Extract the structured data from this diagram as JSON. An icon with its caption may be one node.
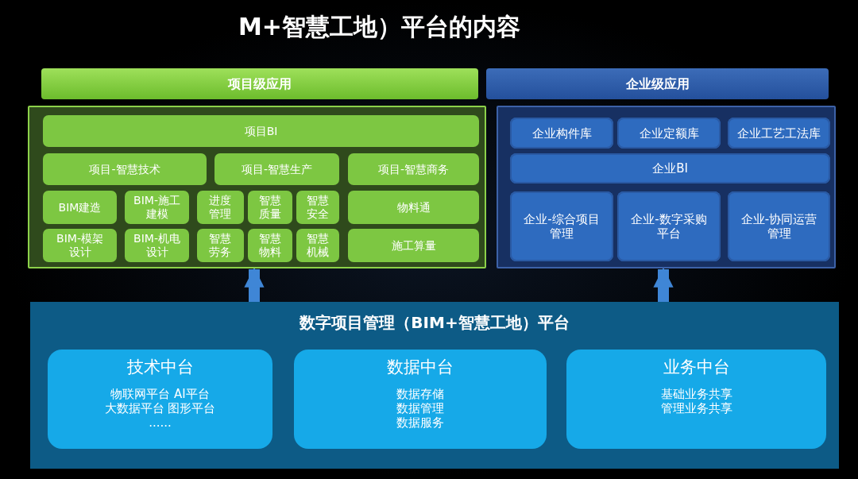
{
  "diagram": {
    "title": "M+智慧工地）平台的内容",
    "nodes": [
      {
        "text": [
          "项目级应用"
        ]
      },
      {
        "text": [],
        "shape": "box"
      },
      {
        "text": [
          "项目BI"
        ],
        "in": 1
      },
      {
        "text": [
          "项目-智慧技术"
        ],
        "in": 1
      },
      {
        "text": [
          "项目-智慧生产"
        ],
        "in": 1
      },
      {
        "text": [
          "项目-智慧商务"
        ],
        "in": 1
      },
      {
        "text": [
          "BIM建造"
        ],
        "in": 1
      },
      {
        "text": [
          "BIM-施工建模"
        ],
        "in": 1
      },
      {
        "text": [
          "进度管理"
        ],
        "in": 1
      },
      {
        "text": [
          "智慧质量"
        ],
        "in": 1
      },
      {
        "text": [
          "智慧安全"
        ],
        "in": 1
      },
      {
        "text": [
          "物料通"
        ],
        "in": 1
      },
      {
        "text": [
          "BIM-模架设计"
        ],
        "in": 1
      },
      {
        "text": [
          "BIM-机电设计"
        ],
        "in": 1
      },
      {
        "text": [
          "智慧劳务"
        ],
        "in": 1
      },
      {
        "text": [
          "智慧物料"
        ],
        "in": 1
      },
      {
        "text": [
          "智慧机械"
        ],
        "in": 1
      },
      {
        "text": [
          "施工算量"
        ],
        "in": 1
      },
      {
        "text": [
          "企业级应用"
        ]
      },
      {
        "text": [],
        "shape": "box"
      },
      {
        "text": [
          "企业构件库"
        ],
        "in": 19
      },
      {
        "text": [
          "企业定额库"
        ],
        "in": 19
      },
      {
        "text": [
          "企业工艺工法库"
        ],
        "in": 19
      },
      {
        "text": [
          "企业BI"
        ],
        "in": 19
      },
      {
        "text": [
          "企业-综合项目管理"
        ],
        "in": 19
      },
      {
        "text": [
          "企业-数字采购平台"
        ],
        "in": 19
      },
      {
        "text": [
          "企业-协同运营管理"
        ],
        "in": 19
      },
      {
        "text": [
          "数字项目管理（BIM+智慧工地）平台"
        ]
      },
      {
        "text": [
          "技术中台",
          "物联网平台 AI平台",
          "大数据平台 图形平台",
          "......"
        ],
        "in": 27
      },
      {
        "text": [
          "数据中台",
          "数据存储",
          "数据管理",
          "数据服务"
        ],
        "in": 27
      },
      {
        "text": [
          "业务中台",
          "基础业务共享",
          "管理业务共享"
        ],
        "in": 27
      }
    ],
    "edges": [
      {
        "from": 27,
        "to": 1,
        "arrow": "to"
      },
      {
        "from": 27,
        "to": 19,
        "arrow": "to"
      }
    ]
  }
}
